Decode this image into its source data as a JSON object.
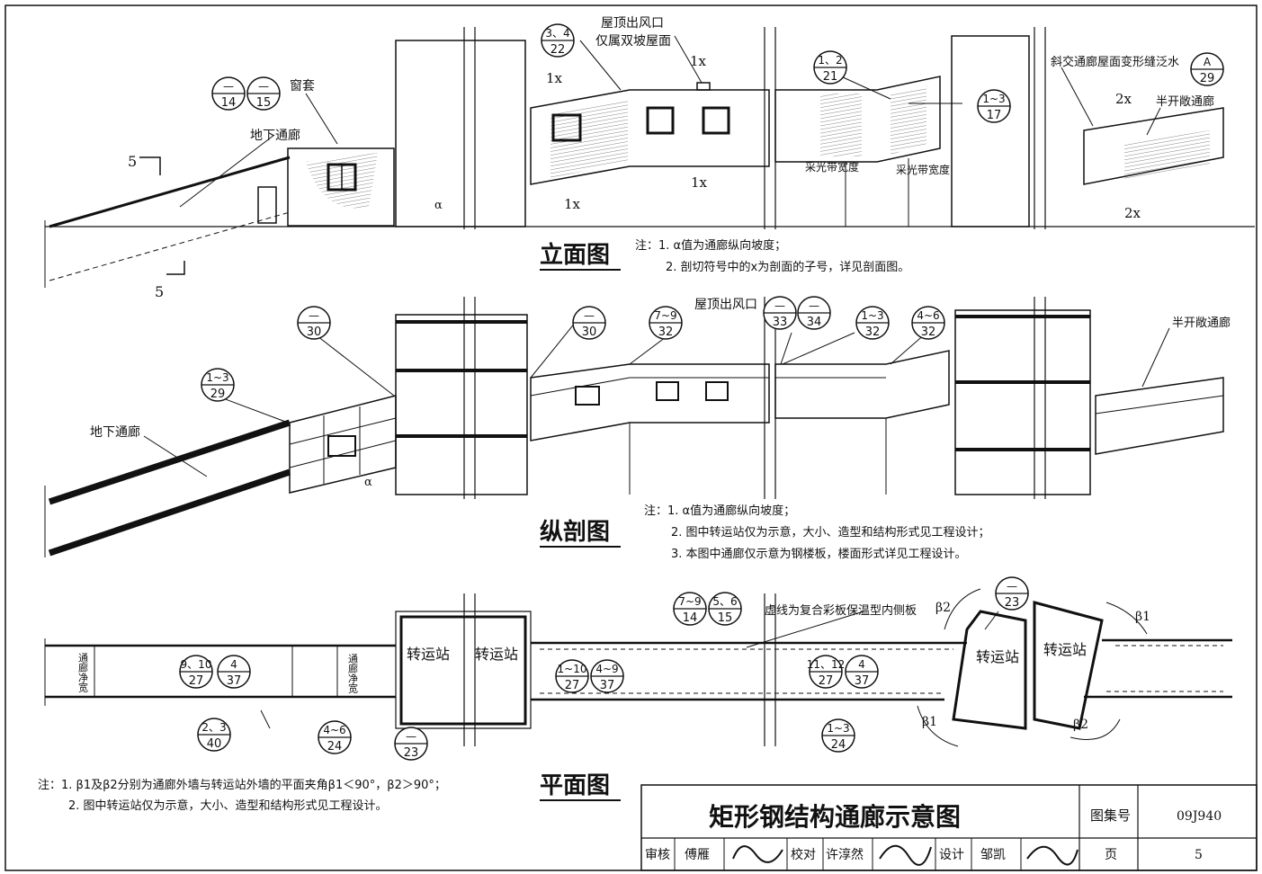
{
  "elevation": {
    "title": "立面图",
    "labels": {
      "tunnel": "地下通廊",
      "window_cover": "窗套",
      "roof_vent": "屋顶出风口",
      "double_slope": "仅属双坡屋面",
      "skew_joint": "斜交通廊屋面变形缝泛水",
      "half_open": "半开敞通廊",
      "skylight_a": "采光带宽度",
      "skylight_b": "采光带宽度",
      "cut5a": "5",
      "cut5b": "5",
      "cut1x_a": "1x",
      "cut1x_b": "1x",
      "cut1x_c": "1x",
      "cut1x_d": "1x",
      "cut2x_a": "2x",
      "cut2x_b": "2x",
      "alpha": "α"
    },
    "refs": {
      "r1": {
        "top": "—",
        "bottom": "14"
      },
      "r2": {
        "top": "—",
        "bottom": "15"
      },
      "r3": {
        "top": "3、4",
        "bottom": "22"
      },
      "r4": {
        "top": "1、2",
        "bottom": "21"
      },
      "r5": {
        "top": "1~3",
        "bottom": "17"
      },
      "r6": {
        "top": "A",
        "bottom": "29"
      }
    },
    "notes": [
      "注：1. α值为通廊纵向坡度；",
      "2. 剖切符号中的x为剖面的子号，详见剖面图。"
    ]
  },
  "section": {
    "title": "纵剖图",
    "labels": {
      "tunnel": "地下通廊",
      "roof_vent": "屋顶出风口",
      "half_open": "半开敞通廊",
      "alpha": "α"
    },
    "refs": {
      "s1": {
        "top": "—",
        "bottom": "30"
      },
      "s2": {
        "top": "1~3",
        "bottom": "29"
      },
      "s3": {
        "top": "—",
        "bottom": "30"
      },
      "s4": {
        "top": "7~9",
        "bottom": "32"
      },
      "s5": {
        "top": "—",
        "bottom": "33"
      },
      "s6": {
        "top": "—",
        "bottom": "34"
      },
      "s7": {
        "top": "1~3",
        "bottom": "32"
      },
      "s8": {
        "top": "4~6",
        "bottom": "32"
      }
    },
    "notes": [
      "注：1. α值为通廊纵向坡度；",
      "2. 图中转运站仅为示意，大小、造型和结构形式见工程设计；",
      "3. 本图中通廊仅示意为钢楼板，楼面形式详见工程设计。"
    ]
  },
  "plan": {
    "title": "平面图",
    "labels": {
      "clear_width_a": "通廊净宽",
      "clear_width_b": "通廊净宽",
      "station_a": "转运站",
      "station_b": "转运站",
      "station_c": "转运站",
      "station_d": "转运站",
      "dashed_note": "虚线为复合彩板保温型内侧板",
      "beta1_a": "β1",
      "beta1_b": "β1",
      "beta2_a": "β2",
      "beta2_b": "β2"
    },
    "refs": {
      "p1": {
        "top": "9、10",
        "bottom": "27"
      },
      "p2": {
        "top": "4",
        "bottom": "37"
      },
      "p3": {
        "top": "2、3",
        "bottom": "40"
      },
      "p4": {
        "top": "4~6",
        "bottom": "24"
      },
      "p5": {
        "top": "—",
        "bottom": "23"
      },
      "p6": {
        "top": "1~10",
        "bottom": "27"
      },
      "p7": {
        "top": "4~9",
        "bottom": "37"
      },
      "p8": {
        "top": "7~9",
        "bottom": "14"
      },
      "p9": {
        "top": "5、6",
        "bottom": "15"
      },
      "p10": {
        "top": "11、12",
        "bottom": "27"
      },
      "p11": {
        "top": "4",
        "bottom": "37"
      },
      "p12": {
        "top": "1~3",
        "bottom": "24"
      },
      "p13": {
        "top": "—",
        "bottom": "23"
      }
    },
    "notes": [
      "注：1. β1及β2分别为通廊外墙与转运站外墙的平面夹角β1＜90°，β2＞90°；",
      "2. 图中转运站仅为示意，大小、造型和结构形式见工程设计。"
    ]
  },
  "title_block": {
    "drawing_title": "矩形钢结构通廊示意图",
    "atlas_label": "图集号",
    "atlas_no": "09J940",
    "review_label": "审核",
    "reviewer": "傅雁",
    "check_label": "校对",
    "checker": "许淳然",
    "design_label": "设计",
    "designer": "邹凯",
    "page_label": "页",
    "page_no": "5"
  }
}
